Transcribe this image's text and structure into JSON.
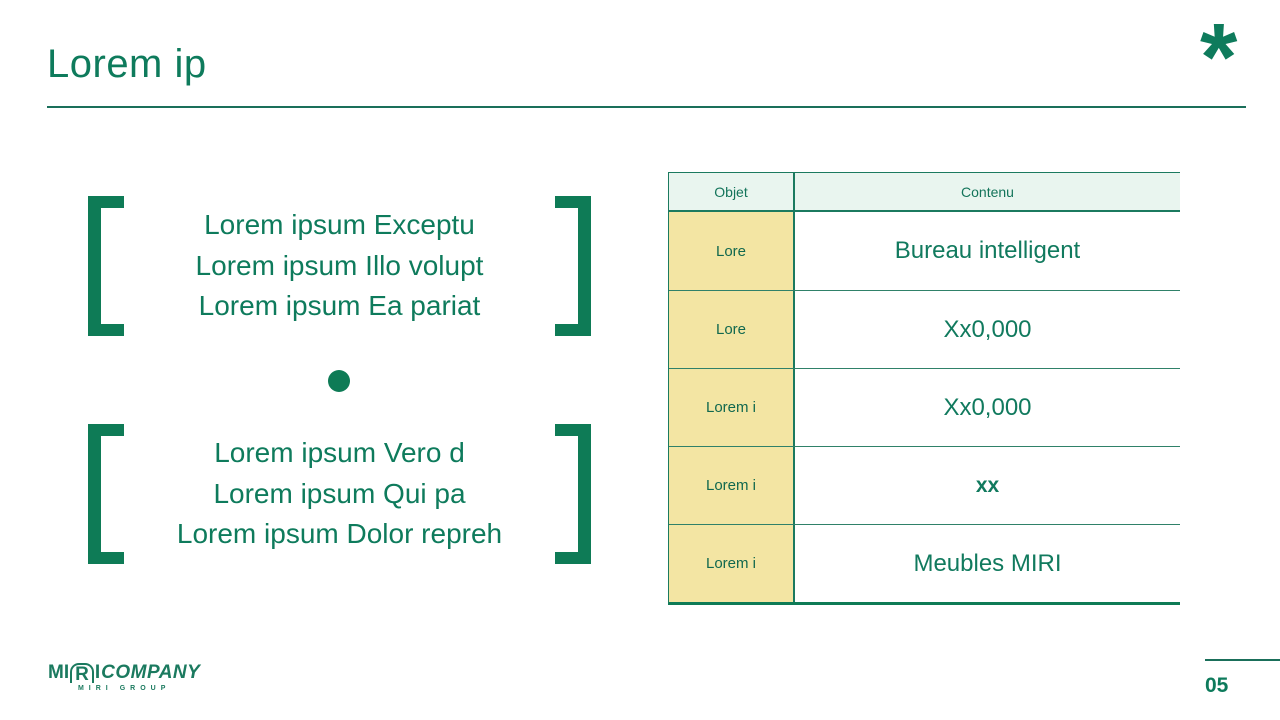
{
  "slide": {
    "title": "Lorem ip",
    "asterisk_glyph": "*",
    "page_number": "05"
  },
  "left_blocks": [
    {
      "lines": [
        "Lorem ipsum Exceptu",
        "Lorem ipsum Illo volupt",
        "Lorem ipsum Ea pariat"
      ]
    },
    {
      "lines": [
        "Lorem ipsum Vero d",
        "Lorem ipsum Qui pa",
        "Lorem ipsum Dolor repreh"
      ]
    }
  ],
  "table": {
    "headers": {
      "objet": "Objet",
      "contenu": "Contenu"
    },
    "rows": [
      {
        "objet": "Lore",
        "contenu": "Bureau intelligent"
      },
      {
        "objet": "Lore",
        "contenu": "Xx0,000"
      },
      {
        "objet": "Lorem i",
        "contenu": "Xx0,000"
      },
      {
        "objet": "Lorem i",
        "contenu": "xx"
      },
      {
        "objet": "Lorem i",
        "contenu": "Meubles MIRI"
      }
    ]
  },
  "logo": {
    "m": "M",
    "i1": "I",
    "r": "R",
    "i2": "I",
    "company": "COMPANY",
    "tagline": "MIRI GROUP"
  },
  "colors": {
    "accent_green": "#0e7b5c",
    "border_green": "#1b7a5f",
    "header_mint": "#e9f5ef",
    "cell_yellow": "#f3e5a3"
  }
}
